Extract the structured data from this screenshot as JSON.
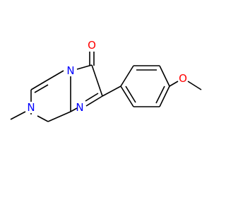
{
  "atoms": {
    "o_carbonyl": "O",
    "n_bridge": "N",
    "n_ring": "N",
    "n_methyl": "N",
    "o_ether": "O"
  },
  "colors": {
    "oxygen": "#ff0000",
    "nitrogen": "#0000ff",
    "bond": "#000000",
    "background": "#ffffff"
  }
}
